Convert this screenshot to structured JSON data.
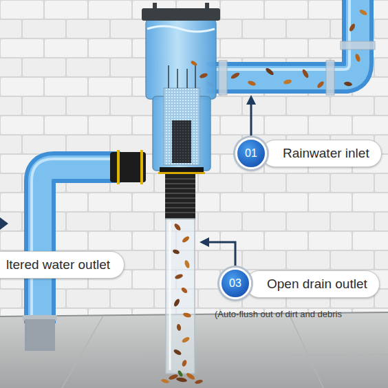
{
  "diagram": {
    "nodes": [
      {
        "text": [
          "01"
        ]
      },
      {
        "text": [
          "Rainwater inlet"
        ]
      },
      {
        "text": [
          "ltered water outlet"
        ]
      },
      {
        "text": [
          "03"
        ]
      },
      {
        "text": [
          "Open drain outlet"
        ]
      }
    ],
    "labels": [
      "(Auto-flush out of dirt and debris"
    ]
  }
}
